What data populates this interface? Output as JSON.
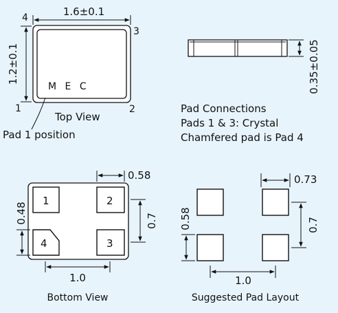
{
  "top_view": {
    "dim_width": "1.6±0.1",
    "dim_height": "1.2±0.1",
    "marking": "M E C",
    "pin_1": "1",
    "pin_2": "2",
    "pin_3": "3",
    "pin_4": "4",
    "caption": "Top View",
    "pad1_label": "Pad 1 position"
  },
  "side_view": {
    "dim_thickness": "0.35±0.05"
  },
  "pad_info": {
    "line1": "Pad Connections",
    "line2": "Pads 1 & 3: Crystal",
    "line3": "Chamfered pad is Pad 4"
  },
  "bottom_view": {
    "dim_pad_width": "0.58",
    "dim_pad_height": "0.48",
    "dim_pitch_x": "1.0",
    "dim_pitch_y": "0.7",
    "pad_1": "1",
    "pad_2": "2",
    "pad_3": "3",
    "pad_4": "4",
    "caption": "Bottom View"
  },
  "pad_layout": {
    "dim_pad_width": "0.73",
    "dim_pad_height": "0.58",
    "dim_pitch_x": "1.0",
    "dim_pitch_y": "0.7",
    "caption": "Suggested Pad Layout"
  }
}
